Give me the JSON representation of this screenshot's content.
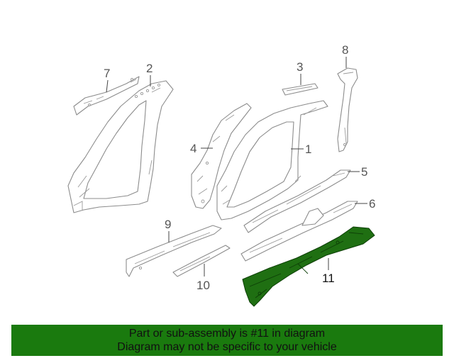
{
  "callouts": {
    "c1": "1",
    "c2": "2",
    "c3": "3",
    "c4": "4",
    "c5": "5",
    "c6": "6",
    "c7": "7",
    "c8": "8",
    "c9": "9",
    "c10": "10",
    "c11": "11"
  },
  "highlight_color": "#1a7a0e",
  "banner": {
    "line1": "Part or sub-assembly is #11 in diagram",
    "line2": "Diagram may not be specific to your vehicle"
  }
}
